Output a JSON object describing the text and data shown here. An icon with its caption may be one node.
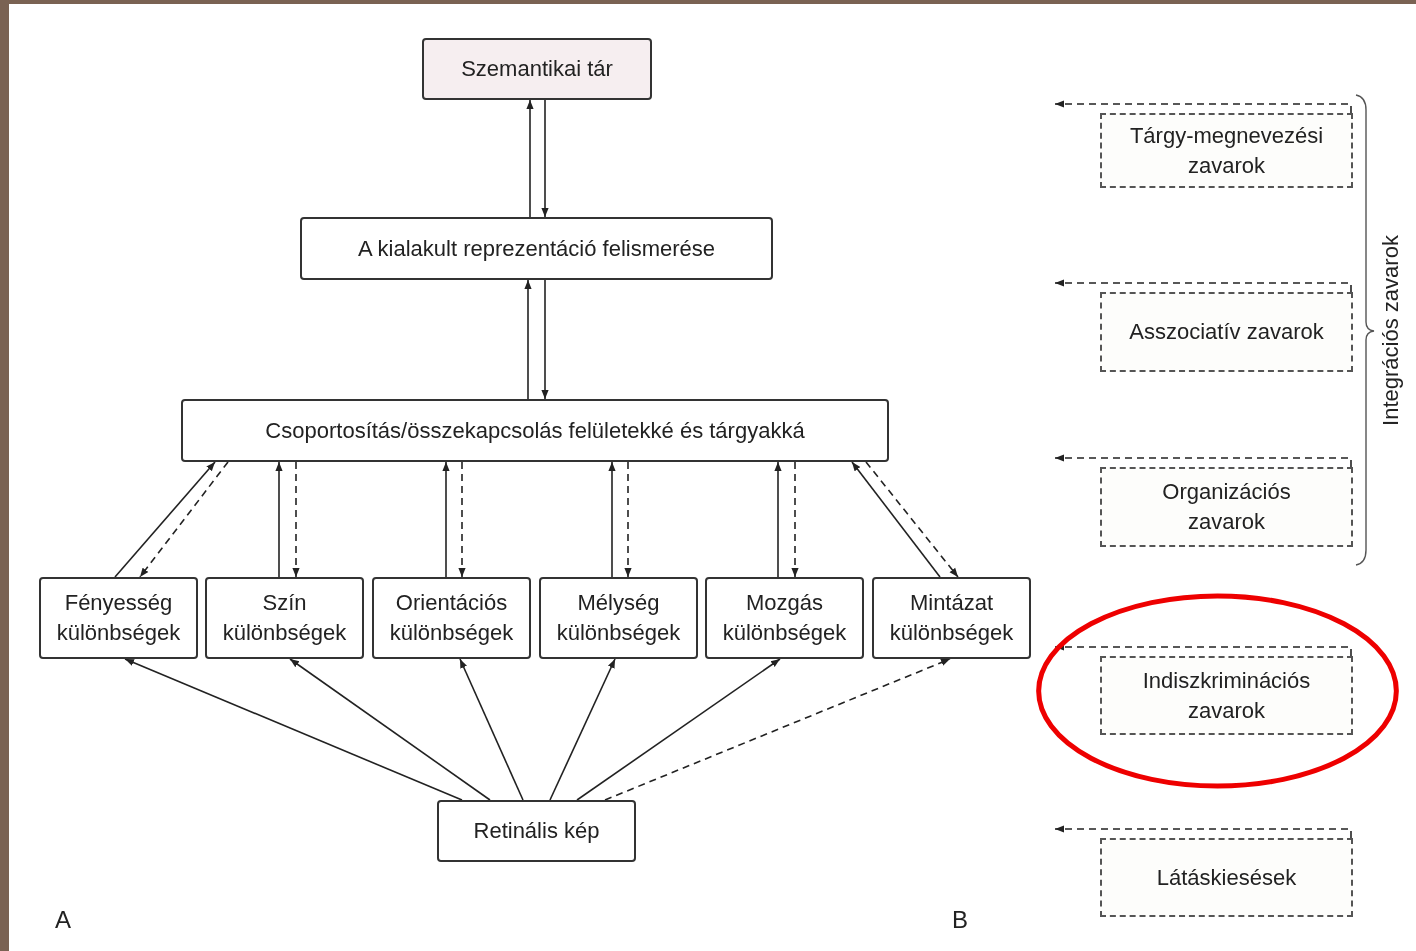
{
  "diagram": {
    "nodes": [
      {
        "text": [
          "Szemantikai tár"
        ]
      },
      {
        "text": [
          "A kialakult reprezentáció felismerése"
        ]
      },
      {
        "text": [
          "Csoportosítás/összekapcsolás felületekké és tárgyakká"
        ]
      },
      {
        "text": [
          "Fényesség különbségek"
        ]
      },
      {
        "text": [
          "Szín különbségek"
        ]
      },
      {
        "text": [
          "Orientációs különbségek"
        ]
      },
      {
        "text": [
          "Mélység különbségek"
        ]
      },
      {
        "text": [
          "Mozgás különbségek"
        ]
      },
      {
        "text": [
          "Mintázat különbségek"
        ]
      },
      {
        "text": [
          "Retinális kép"
        ]
      },
      {
        "text": [
          "Tárgy-megnevezési zavarok"
        ]
      },
      {
        "text": [
          "Asszociatív zavarok"
        ]
      },
      {
        "text": [
          "Organizációs zavarok"
        ]
      },
      {
        "text": [],
        "shape": "ellipse"
      },
      {
        "text": [
          "Indiszkriminációs zavarok"
        ],
        "in": 13
      },
      {
        "text": [
          "Látáskiesések"
        ]
      }
    ],
    "edges": [
      {
        "from": 1,
        "to": 0,
        "arrow": "to"
      },
      {
        "from": 0,
        "to": 1,
        "arrow": "to"
      },
      {
        "from": 2,
        "to": 1,
        "arrow": "to"
      },
      {
        "from": 1,
        "to": 2,
        "arrow": "to"
      },
      {
        "from": 3,
        "to": 2,
        "arrow": "to"
      },
      {
        "from": 2,
        "to": 3,
        "arrow": "to",
        "style": "dashed"
      },
      {
        "from": 4,
        "to": 2,
        "arrow": "to"
      },
      {
        "from": 2,
        "to": 4,
        "arrow": "to",
        "style": "dashed"
      },
      {
        "from": 5,
        "to": 2,
        "arrow": "to"
      },
      {
        "from": 2,
        "to": 5,
        "arrow": "to",
        "style": "dashed"
      },
      {
        "from": 6,
        "to": 2,
        "arrow": "to"
      },
      {
        "from": 2,
        "to": 6,
        "arrow": "to",
        "style": "dashed"
      },
      {
        "from": 7,
        "to": 2,
        "arrow": "to"
      },
      {
        "from": 2,
        "to": 7,
        "arrow": "to",
        "style": "dashed"
      },
      {
        "from": 8,
        "to": 2,
        "arrow": "to"
      },
      {
        "from": 2,
        "to": 8,
        "arrow": "to",
        "style": "dashed"
      },
      {
        "from": 9,
        "to": 3,
        "arrow": "to"
      },
      {
        "from": 9,
        "to": 4,
        "arrow": "to"
      },
      {
        "from": 9,
        "to": 5,
        "arrow": "to"
      },
      {
        "from": 9,
        "to": 6,
        "arrow": "to"
      },
      {
        "from": 9,
        "to": 7,
        "arrow": "to"
      },
      {
        "from": 9,
        "to": 8,
        "arrow": "to",
        "style": "dashed"
      },
      {
        "from": 10,
        "to": null,
        "arrow": "to",
        "style": "dashed"
      },
      {
        "from": 11,
        "to": null,
        "arrow": "to",
        "style": "dashed"
      },
      {
        "from": 12,
        "to": null,
        "arrow": "to",
        "style": "dashed"
      },
      {
        "from": 14,
        "to": null,
        "arrow": "to",
        "style": "dashed"
      },
      {
        "from": 15,
        "to": null,
        "arrow": "to",
        "style": "dashed"
      }
    ],
    "labels": [
      "Integrációs zavarok",
      "A",
      "B"
    ]
  }
}
